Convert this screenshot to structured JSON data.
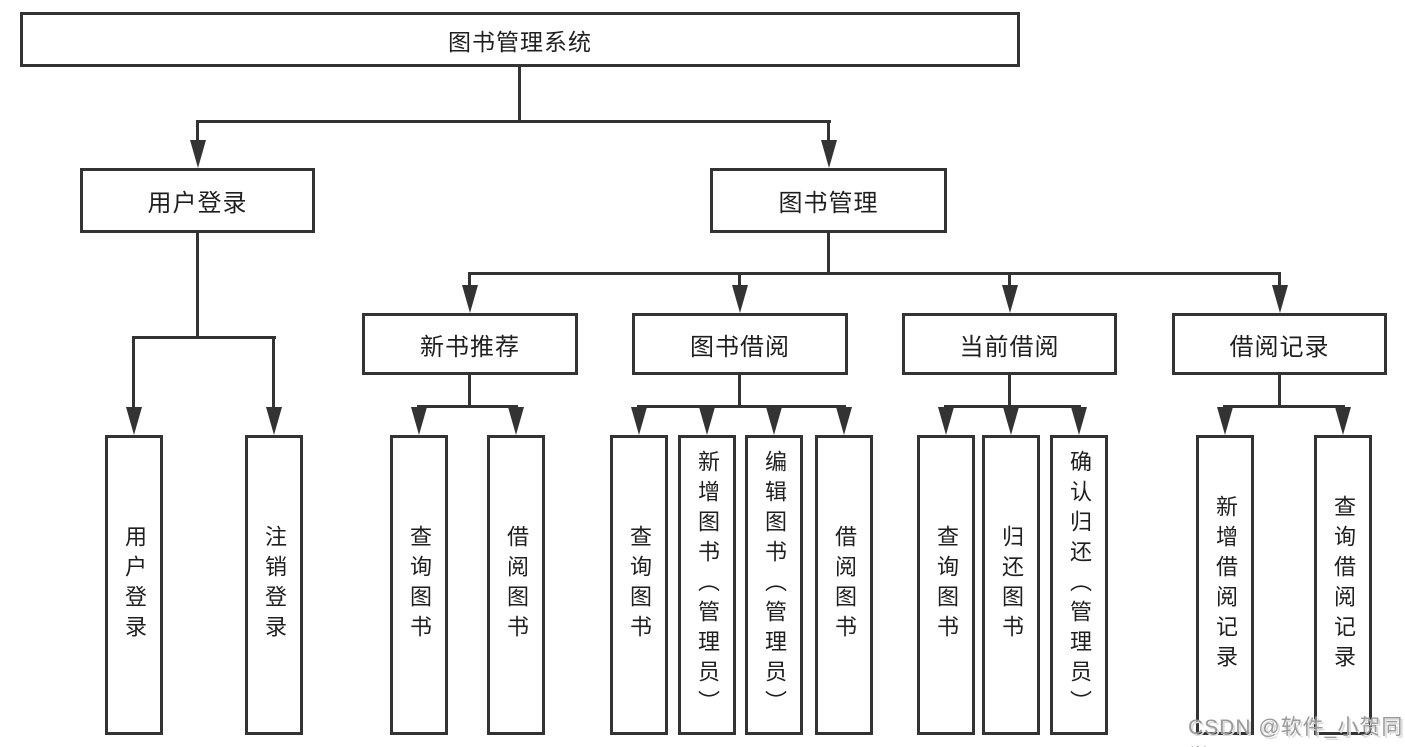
{
  "diagram": {
    "root": {
      "label": "图书管理系统"
    },
    "user_login": {
      "label": "用户登录",
      "children": [
        {
          "label": "用户登录"
        },
        {
          "label": "注销登录"
        }
      ]
    },
    "book_management": {
      "label": "图书管理",
      "sections": [
        {
          "label": "新书推荐",
          "children": [
            {
              "label": "查询图书"
            },
            {
              "label": "借阅图书"
            }
          ]
        },
        {
          "label": "图书借阅",
          "children": [
            {
              "label": "查询图书"
            },
            {
              "label": "新增图书（管理员）"
            },
            {
              "label": "编辑图书（管理员）"
            },
            {
              "label": "借阅图书"
            }
          ]
        },
        {
          "label": "当前借阅",
          "children": [
            {
              "label": "查询图书"
            },
            {
              "label": "归还图书"
            },
            {
              "label": "确认归还（管理员）"
            }
          ]
        },
        {
          "label": "借阅记录",
          "children": [
            {
              "label": "新增借阅记录"
            },
            {
              "label": "查询借阅记录"
            }
          ]
        }
      ]
    }
  },
  "watermark": {
    "text": "CSDN @软件_小贺同学"
  },
  "colors": {
    "line": "#333333",
    "text": "#1f1f1f",
    "box_fill": "#ffffff",
    "watermark": "#9b9b9b",
    "background": "#ffffff"
  }
}
